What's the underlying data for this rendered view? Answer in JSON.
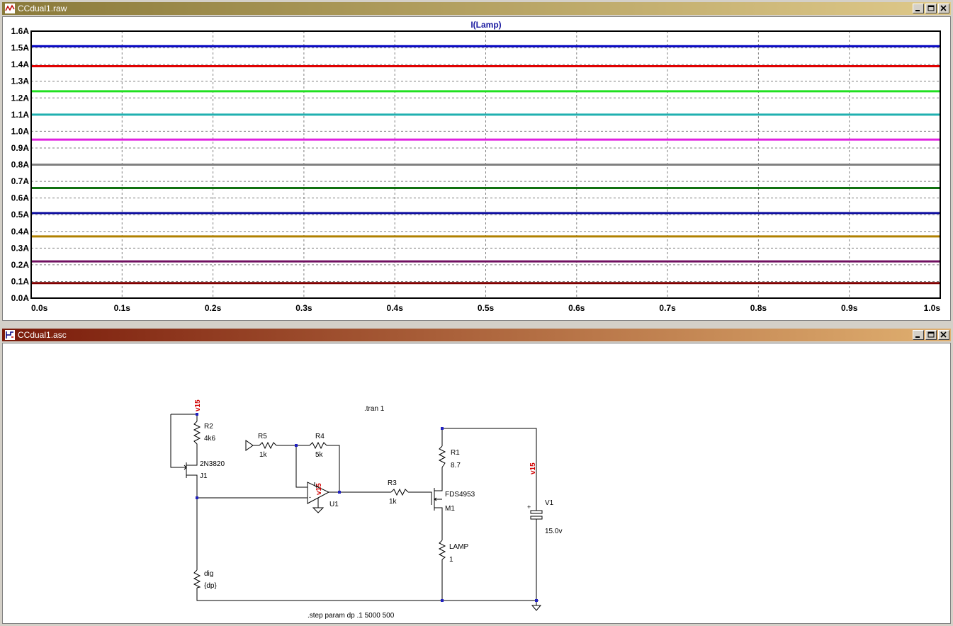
{
  "windows": {
    "waveform": {
      "title": "CCdual1.raw",
      "trace_label": "I(Lamp)"
    },
    "schematic": {
      "title": "CCdual1.asc"
    }
  },
  "chart_data": {
    "type": "line",
    "title": "I(Lamp)",
    "xlabel": "",
    "ylabel": "",
    "x_ticks": [
      "0.0s",
      "0.1s",
      "0.2s",
      "0.3s",
      "0.4s",
      "0.5s",
      "0.6s",
      "0.7s",
      "0.8s",
      "0.9s",
      "1.0s"
    ],
    "y_ticks": [
      "0.0A",
      "0.1A",
      "0.2A",
      "0.3A",
      "0.4A",
      "0.5A",
      "0.6A",
      "0.7A",
      "0.8A",
      "0.9A",
      "1.0A",
      "1.1A",
      "1.2A",
      "1.3A",
      "1.4A",
      "1.5A",
      "1.6A"
    ],
    "xlim": [
      0,
      1
    ],
    "ylim": [
      0,
      1.6
    ],
    "grid": true,
    "series": [
      {
        "values": [
          1.51,
          1.51
        ],
        "color": "#0000c0"
      },
      {
        "values": [
          1.39,
          1.39
        ],
        "color": "#e00000"
      },
      {
        "values": [
          1.24,
          1.24
        ],
        "color": "#20e020"
      },
      {
        "values": [
          1.1,
          1.1
        ],
        "color": "#20b0b0"
      },
      {
        "values": [
          0.95,
          0.95
        ],
        "color": "#e020e0"
      },
      {
        "values": [
          0.8,
          0.8
        ],
        "color": "#808080"
      },
      {
        "values": [
          0.66,
          0.66
        ],
        "color": "#107010"
      },
      {
        "values": [
          0.51,
          0.51
        ],
        "color": "#1010a0"
      },
      {
        "values": [
          0.37,
          0.37
        ],
        "color": "#b08000"
      },
      {
        "values": [
          0.22,
          0.22
        ],
        "color": "#701060"
      },
      {
        "values": [
          0.09,
          0.09
        ],
        "color": "#800000"
      }
    ],
    "x": [
      0,
      1
    ]
  },
  "schematic": {
    "directive_tran": ".tran 1",
    "directive_step": ".step param dp .1 5000 500",
    "labels": {
      "v15_a": "v15",
      "v15_b": "v15",
      "v15_c": "v15",
      "R2": "R2",
      "R2_val": "4k6",
      "J1_model": "2N3820",
      "J1": "J1",
      "R5": "R5",
      "R5_val": "1k",
      "R4": "R4",
      "R4_val": "5k",
      "U1": "U1",
      "R3": "R3",
      "R3_val": "1k",
      "R1": "R1",
      "R1_val": "8.7",
      "M1_model": "FDS4953",
      "M1": "M1",
      "LAMP": "LAMP",
      "LAMP_val": "1",
      "dig": "dig",
      "dig_val": "{dp}",
      "V1": "V1",
      "V1_val": "15.0v",
      "plus_u1": "+",
      "minus_u1": "-",
      "plus_v1": "+"
    }
  }
}
